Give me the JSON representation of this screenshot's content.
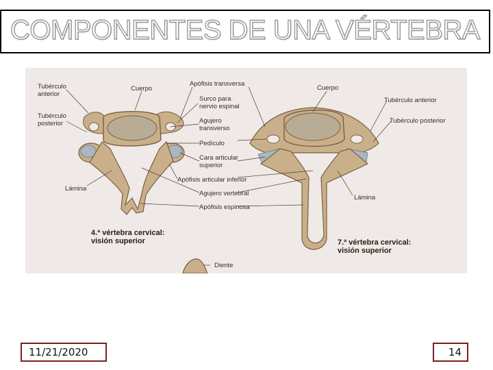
{
  "slide": {
    "title": "COMPONENTES DE UNA VÉRTEBRA",
    "date": "11/21/2020",
    "page_number": "14"
  },
  "figure": {
    "left_labels": {
      "tuberculo_anterior": [
        "Tubérculo",
        "anterior"
      ],
      "tuberculo_posterior": [
        "Tubérculo",
        "posterior"
      ],
      "lamina": "Lámina",
      "cuerpo": "Cuerpo"
    },
    "center_labels": {
      "apofisis_transversa": "Apófisis transversa",
      "surco": [
        "Surco para",
        "nervio espinal"
      ],
      "agujero_transverso": [
        "Agujero",
        "transverso"
      ],
      "pediculo": "Pedículo",
      "cara_articular": [
        "Cara articular",
        "superior"
      ],
      "apofisis_articular_inferior": "Apófisis articular inferior",
      "agujero_vertebral": "Agujero vertebral",
      "apofisis_espinosa": "Apófisis espinosa",
      "diente": "Diente"
    },
    "right_labels": {
      "cuerpo": "Cuerpo",
      "tuberculo_anterior": "Tubérculo anterior",
      "tuberculo_posterior": "Tubérculo posterior",
      "lamina": "Lámina"
    },
    "captions": {
      "left": [
        "4.ª vértebra cervical:",
        "visión superior"
      ],
      "right": [
        "7.ª vértebra cervical:",
        "visión superior"
      ]
    },
    "colors": {
      "bone": "#c9b08a",
      "bone_dark": "#8a6e4c",
      "body_top": "#b9ac95",
      "facet": "#a9b7c0",
      "background": "#efeae7"
    }
  }
}
